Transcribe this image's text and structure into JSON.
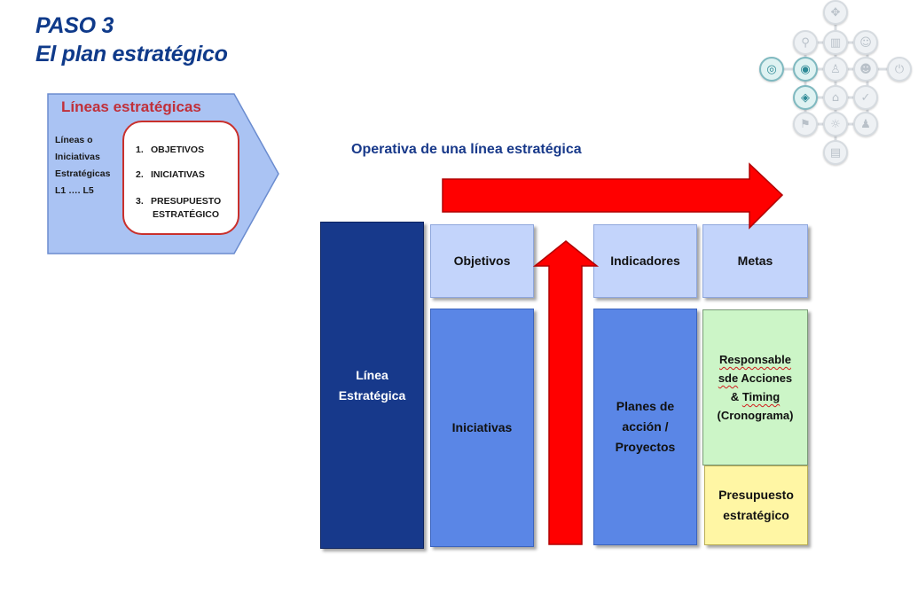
{
  "header": {
    "title_line1": "PASO 3",
    "title_line2": "El plan estratégico"
  },
  "lineas_box": {
    "heading": "Líneas estratégicas",
    "side_lines": [
      "Líneas o",
      "Iniciativas",
      "Estratégicas",
      "L1 …. L5"
    ],
    "items": [
      {
        "num": "1.",
        "label": "OBJETIVOS"
      },
      {
        "num": "2.",
        "label": "INICIATIVAS"
      },
      {
        "num": "3.",
        "label": "PRESUPUESTO",
        "label2": "ESTRATÉGICO"
      }
    ],
    "fill_color": "#aac3f3",
    "border_color": "#6b8ccf",
    "heading_color": "#c0303a"
  },
  "diagram": {
    "subtitle": "Operativa de una línea estratégica",
    "linea": {
      "line1": "Línea",
      "line2": "Estratégica"
    },
    "objetivos": "Objetivos",
    "indicadores": "Indicadores",
    "metas": "Metas",
    "iniciativas": "Iniciativas",
    "planes": {
      "line1": "Planes de",
      "line2": "acción /",
      "line3": "Proyectos"
    },
    "responsables": {
      "line1": "Responsable",
      "line2a": "sde",
      "line2b": "Acciones",
      "line3a": "&",
      "line3b": "Timing",
      "line4": "(Cronograma)"
    },
    "presupuesto": {
      "line1": "Presupuesto",
      "line2": "estratégico"
    },
    "arrow_color": "#ff0000",
    "arrow_border": "#b00000"
  },
  "icons": [
    "compass-icon",
    "search-icon",
    "bar-chart-icon",
    "people-icon",
    "target-icon",
    "eye-icon",
    "person-icon",
    "head-icon",
    "power-icon",
    "goal-icon",
    "house-icon",
    "check-icon",
    "flag-icon",
    "bulb-icon",
    "team-icon",
    "document-icon"
  ]
}
